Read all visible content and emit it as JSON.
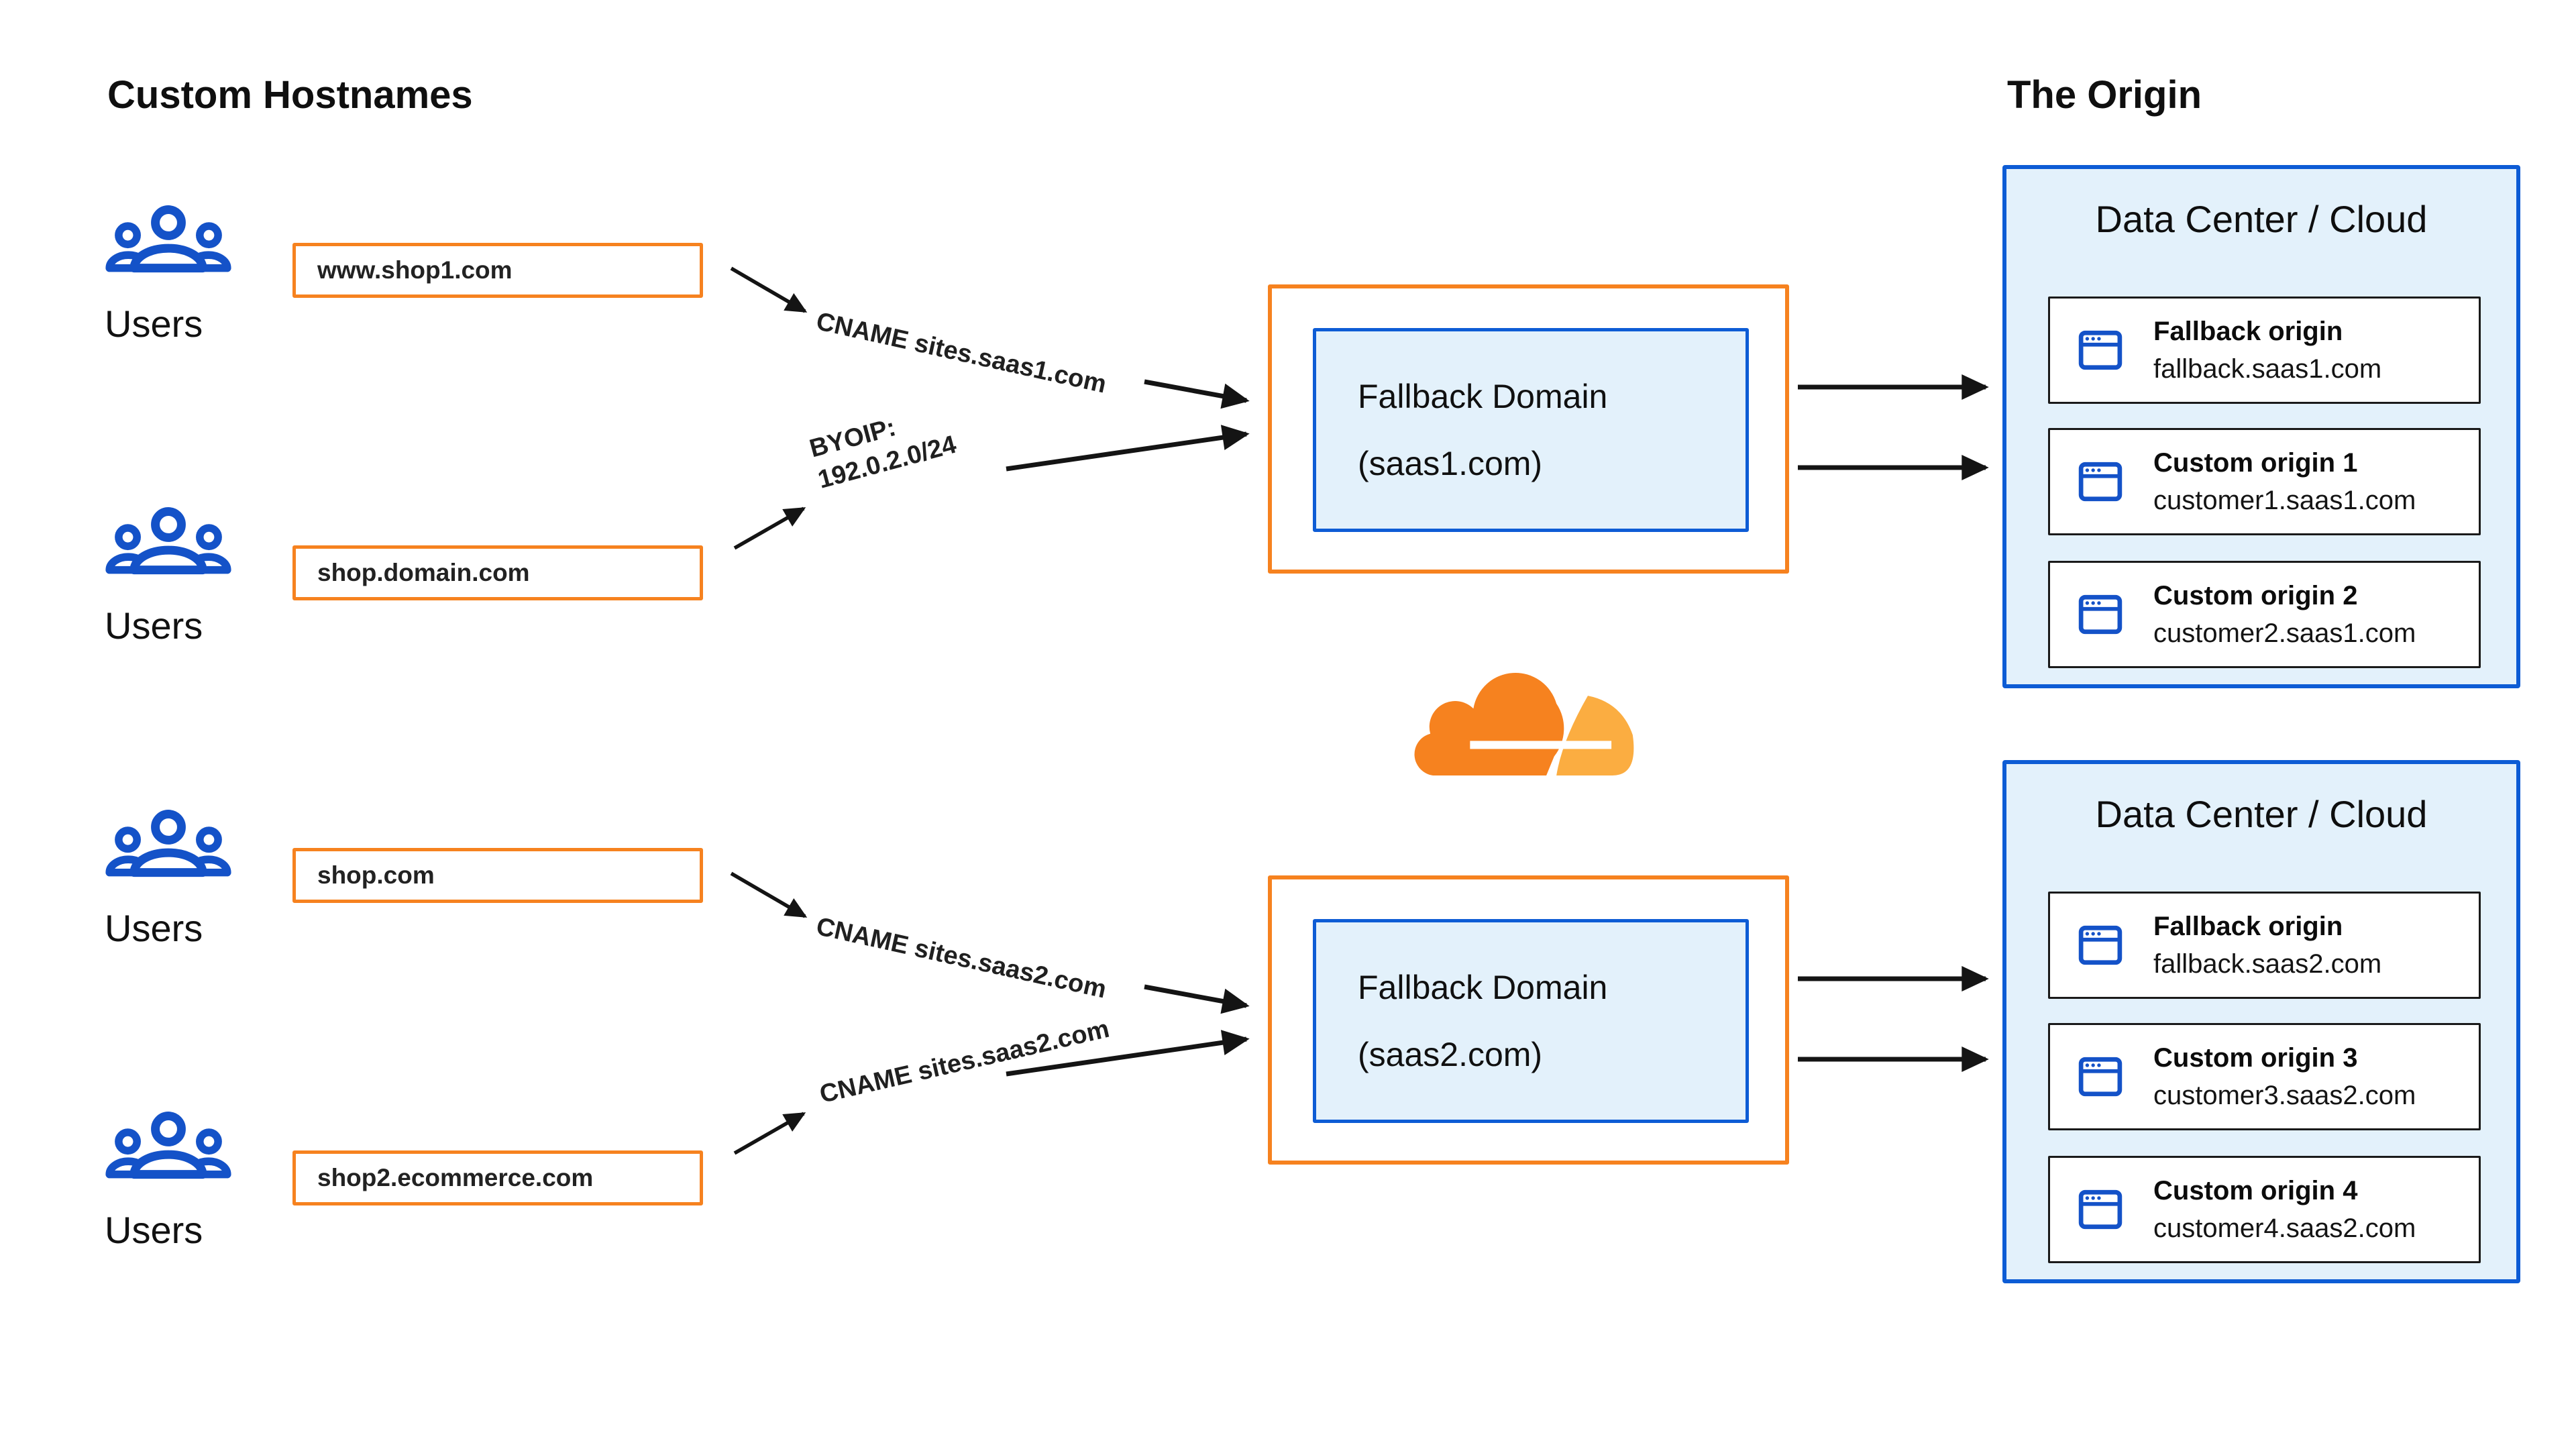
{
  "headings": {
    "custom_hostnames": "Custom Hostnames",
    "the_origin": "The Origin"
  },
  "colors": {
    "orange": "#F6821F",
    "blue": "#0D5CD5",
    "icon_blue": "#1452C8",
    "light_blue": "#E3F1FB",
    "card_border": "#1A1A1A",
    "text": "#0F0F0F",
    "arrow": "#141414",
    "logo_orange": "#F6821F",
    "logo_light": "#FBAD41"
  },
  "user_groups": [
    {
      "label": "Users"
    },
    {
      "label": "Users"
    },
    {
      "label": "Users"
    },
    {
      "label": "Users"
    }
  ],
  "hostnames": [
    "www.shop1.com",
    "shop.domain.com",
    "shop.com",
    "shop2.ecommerce.com"
  ],
  "route_labels": {
    "cname_saas1": "CNAME sites.saas1.com",
    "byoip_line1": "BYOIP:",
    "byoip_line2": "192.0.2.0/24",
    "cname_saas2_top": "CNAME sites.saas2.com",
    "cname_saas2_bottom": "CNAME sites.saas2.com"
  },
  "fallback_domains": [
    {
      "line1": "Fallback Domain",
      "line2": "(saas1.com)"
    },
    {
      "line1": "Fallback Domain",
      "line2": "(saas2.com)"
    }
  ],
  "data_centers": [
    {
      "title": "Data Center / Cloud",
      "origins": [
        {
          "title": "Fallback origin",
          "host": "fallback.saas1.com"
        },
        {
          "title": "Custom origin 1",
          "host": "customer1.saas1.com"
        },
        {
          "title": "Custom origin 2",
          "host": "customer2.saas1.com"
        }
      ]
    },
    {
      "title": "Data Center / Cloud",
      "origins": [
        {
          "title": "Fallback origin",
          "host": "fallback.saas2.com"
        },
        {
          "title": "Custom origin 3",
          "host": "customer3.saas2.com"
        },
        {
          "title": "Custom origin 4",
          "host": "customer4.saas2.com"
        }
      ]
    }
  ],
  "icons": {
    "users": "users-group-icon",
    "origin_server": "browser-window-icon",
    "cloudflare": "cloudflare-cloud-logo"
  }
}
